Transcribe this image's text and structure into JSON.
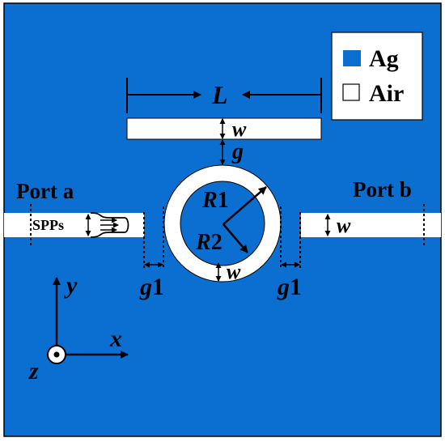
{
  "colors": {
    "metal": "#0a6fd1",
    "air": "#ffffff",
    "line": "#000000"
  },
  "legend": {
    "items": [
      {
        "swatch": "metal",
        "label": "Ag"
      },
      {
        "swatch": "air",
        "label": "Air"
      }
    ]
  },
  "labels": {
    "length": "L",
    "width_top": "w",
    "gap": "g",
    "port_a": "Port a",
    "port_b": "Port b",
    "spp": "SPPs",
    "r1": "R1",
    "r2": "R2",
    "width_ring": "w",
    "width_right": "w",
    "g1_left": "g1",
    "g1_right": "g1"
  },
  "axes": {
    "y": "y",
    "x": "x",
    "z": "z"
  }
}
